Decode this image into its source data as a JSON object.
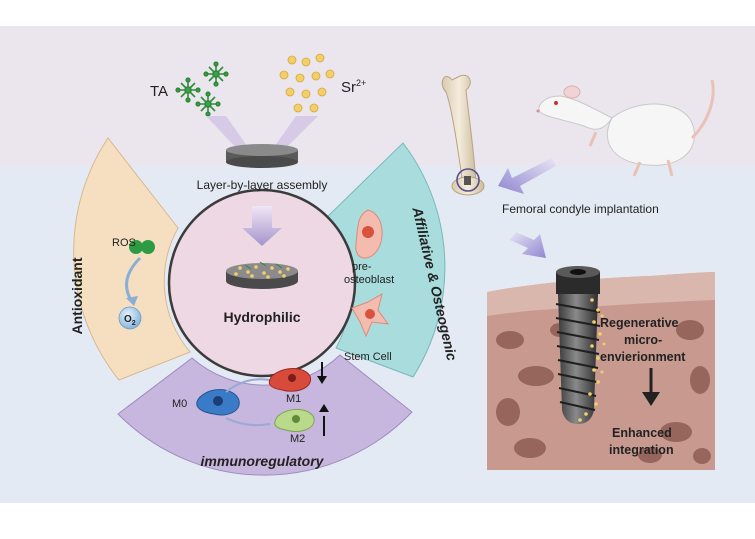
{
  "labels": {
    "ta": "TA",
    "sr": "Sr",
    "sr_charge": "2+",
    "lbl": "Layer-by-layer assembly",
    "hydrophilic": "Hydrophilic",
    "antioxidant": "Antioxidant",
    "ros": "ROS",
    "o2": "O",
    "o2_sub": "2",
    "osteo": "Affiliative & Osteogenic",
    "pre": "pre-",
    "osteoblast": "osteoblast",
    "stem": "Stem Cell",
    "m0": "M0",
    "m1": "M1",
    "m2": "M2",
    "immuno": "immunoregulatory",
    "femoral": "Femoral condyle implantation",
    "regen1": "Regenerative",
    "regen2": "micro-",
    "regen3": "envierionment",
    "enh1": "Enhanced",
    "enh2": "integration"
  },
  "colors": {
    "antioxidant_panel": "#f6dfc0",
    "osteo_panel": "#a9dcdc",
    "immuno_panel": "#c7b6dd",
    "center_disc": "#eed8e4",
    "top_band": "#ebe5ee",
    "lower_band": "#e4eaf3",
    "tissue": "#c89a8f",
    "arrow": "#a493cc"
  }
}
